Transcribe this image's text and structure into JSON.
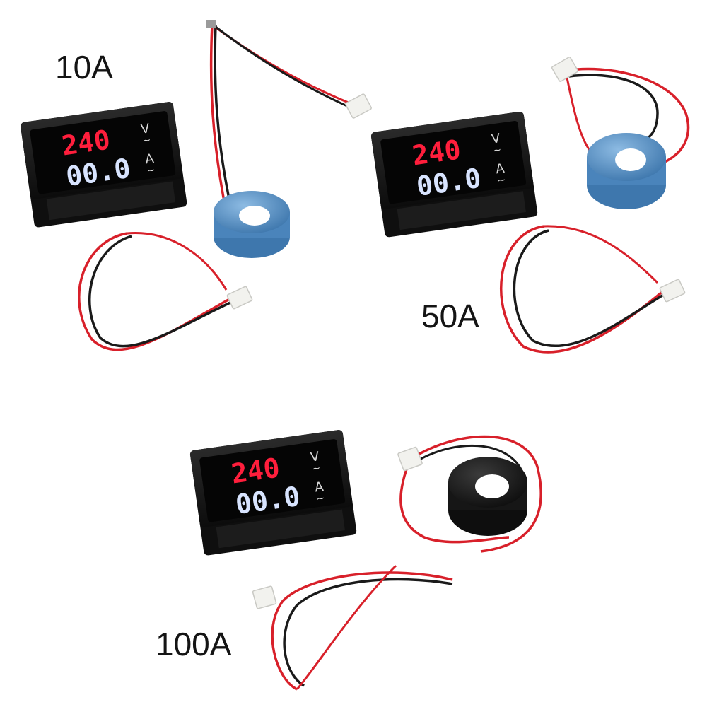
{
  "kits": [
    {
      "rating_label": "10A",
      "voltage_reading": "240",
      "current_reading": "00.0",
      "voltage_unit": "V",
      "current_unit": "A",
      "ac_mark": "~",
      "transformer": "blue"
    },
    {
      "rating_label": "50A",
      "voltage_reading": "240",
      "current_reading": "00.0",
      "voltage_unit": "V",
      "current_unit": "A",
      "ac_mark": "~",
      "transformer": "blue"
    },
    {
      "rating_label": "100A",
      "voltage_reading": "240",
      "current_reading": "00.0",
      "voltage_unit": "V",
      "current_unit": "A",
      "ac_mark": "~",
      "transformer": "black"
    }
  ],
  "colors": {
    "background": "#ffffff",
    "meter_body": "#141414",
    "voltage_digits": "#ff1e3c",
    "current_digits": "#d8e4ff",
    "wire_red": "#d8202a",
    "wire_black": "#1a1a1a",
    "ct_blue": "#5b93c8",
    "ct_black": "#1c1c1c"
  }
}
